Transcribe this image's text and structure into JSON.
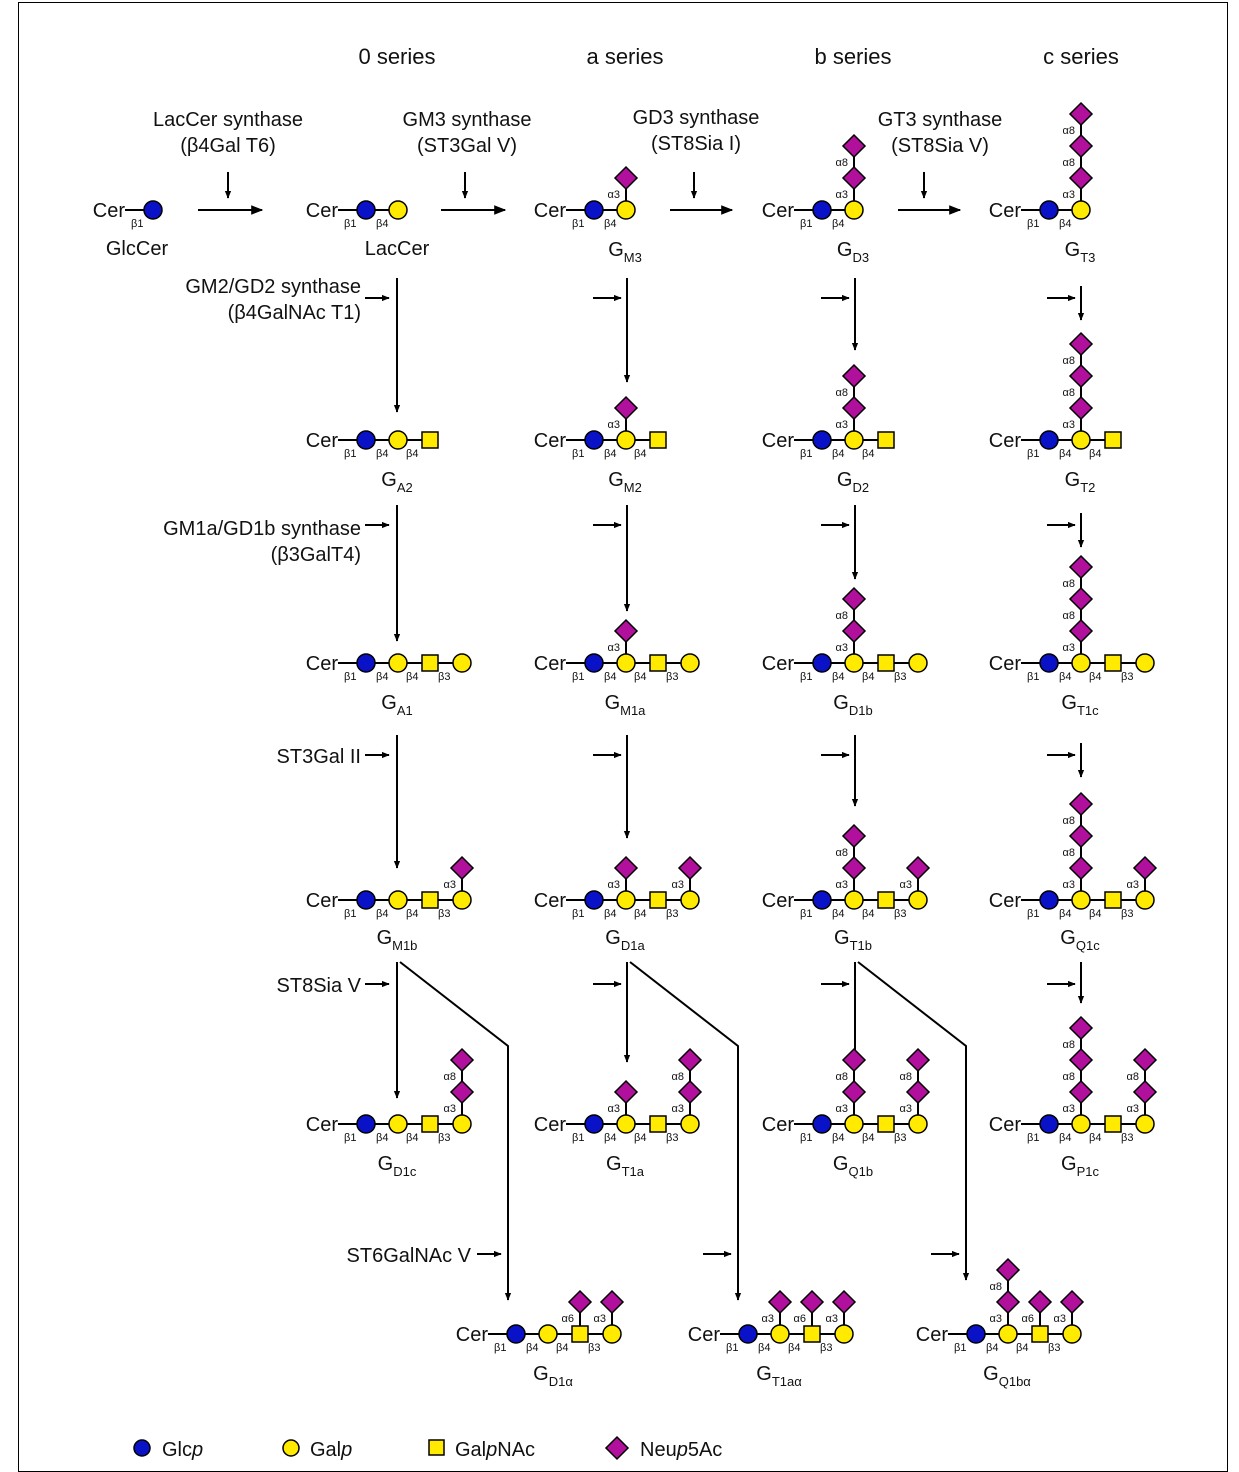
{
  "colors": {
    "glc": "#0a12c8",
    "gal": "#ffea00",
    "galnac": "#ffea00",
    "neu5ac": "#b0109c",
    "stroke": "#000000"
  },
  "series": [
    "0 series",
    "a series",
    "b series",
    "c series"
  ],
  "enzymes": {
    "lacCer": [
      "LacCer synthase",
      "(β4Gal T6)"
    ],
    "gm3": [
      "GM3 synthase",
      "(ST3Gal V)"
    ],
    "gd3": [
      "GD3 synthase",
      "(ST8Sia I)"
    ],
    "gt3": [
      "GT3 synthase",
      "(ST8Sia V)"
    ],
    "gm2gd2": [
      "GM2/GD2 synthase",
      "(β4GalNAc T1)"
    ],
    "gm1agd1b": [
      "GM1a/GD1b synthase",
      "(β3GalT4)"
    ],
    "st3gal2": "ST3Gal II",
    "st8sia5": "ST8Sia V",
    "st6galnac5": "ST6GalNAc V"
  },
  "cer": "Cer",
  "linkages": {
    "b1": "β1",
    "b3": "β3",
    "b4": "β4",
    "a3": "α3",
    "a6": "α6",
    "a8": "α8"
  },
  "compounds": {
    "glccer": {
      "main": "GlcCer",
      "sub": ""
    },
    "laccer": {
      "main": "LacCer",
      "sub": ""
    },
    "gm3": {
      "main": "G",
      "sub": "M3"
    },
    "gd3": {
      "main": "G",
      "sub": "D3"
    },
    "gt3": {
      "main": "G",
      "sub": "T3"
    },
    "ga2": {
      "main": "G",
      "sub": "A2"
    },
    "gm2": {
      "main": "G",
      "sub": "M2"
    },
    "gd2": {
      "main": "G",
      "sub": "D2"
    },
    "gt2": {
      "main": "G",
      "sub": "T2"
    },
    "ga1": {
      "main": "G",
      "sub": "A1"
    },
    "gm1a": {
      "main": "G",
      "sub": "M1a"
    },
    "gd1b": {
      "main": "G",
      "sub": "D1b"
    },
    "gt1c": {
      "main": "G",
      "sub": "T1c"
    },
    "gm1b": {
      "main": "G",
      "sub": "M1b"
    },
    "gd1a": {
      "main": "G",
      "sub": "D1a"
    },
    "gt1b": {
      "main": "G",
      "sub": "T1b"
    },
    "gq1c": {
      "main": "G",
      "sub": "Q1c"
    },
    "gd1c": {
      "main": "G",
      "sub": "D1c"
    },
    "gt1a": {
      "main": "G",
      "sub": "T1a"
    },
    "gq1b": {
      "main": "G",
      "sub": "Q1b"
    },
    "gp1c": {
      "main": "G",
      "sub": "P1c"
    },
    "gd1alpha": {
      "main": "G",
      "sub": "D1α"
    },
    "gt1aalpha": {
      "main": "G",
      "sub": "T1aα"
    },
    "gq1balpha": {
      "main": "G",
      "sub": "Q1bα"
    }
  },
  "legend": {
    "glc": [
      "Glc",
      "p",
      ""
    ],
    "gal": [
      "Gal",
      "p",
      ""
    ],
    "galnac": [
      "Gal",
      "p",
      "NAc"
    ],
    "neu5ac": [
      "Neu",
      "p",
      "5Ac"
    ]
  }
}
